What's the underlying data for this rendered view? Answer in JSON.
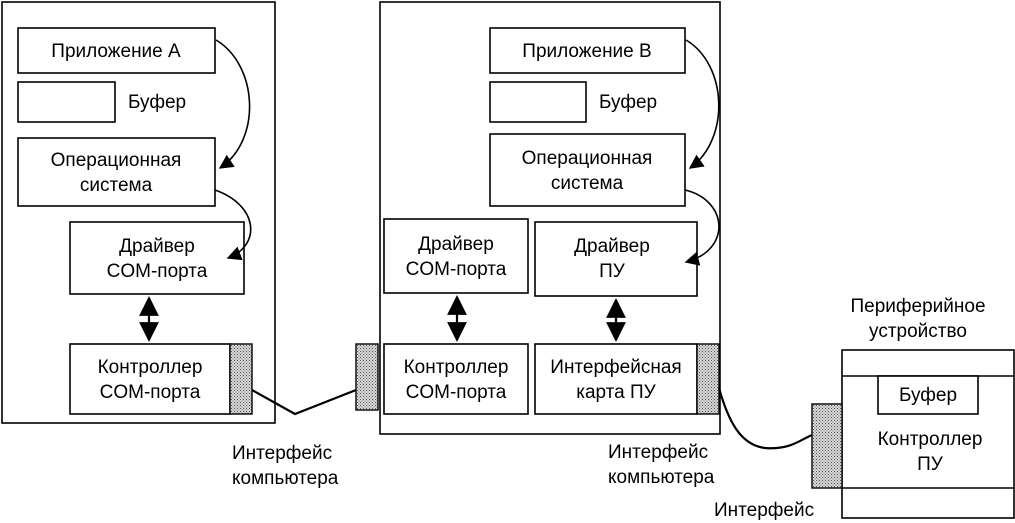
{
  "computer_a": {
    "app": "Приложение A",
    "buffer": "Буфер",
    "os": [
      "Операционная",
      "система"
    ],
    "driver": [
      "Драйвер",
      "COM-порта"
    ],
    "controller": [
      "Контроллер",
      "COM-порта"
    ]
  },
  "computer_b": {
    "app": "Приложение B",
    "buffer": "Буфер",
    "os": [
      "Операционная",
      "система"
    ],
    "com_driver": [
      "Драйвер",
      "COM-порта"
    ],
    "pu_driver": [
      "Драйвер",
      "ПУ"
    ],
    "com_controller": [
      "Контроллер",
      "COM-порта"
    ],
    "pu_card": [
      "Интерфейсная",
      "карта ПУ"
    ]
  },
  "interface_a": [
    "Интерфейс",
    "компьютера"
  ],
  "interface_b": [
    "Интерфейс",
    "компьютера"
  ],
  "peripheral": {
    "title": [
      "Периферийное",
      "устройство"
    ],
    "buffer": "Буфер",
    "controller": [
      "Контроллер",
      "ПУ"
    ],
    "interface": "Интерфейс"
  }
}
